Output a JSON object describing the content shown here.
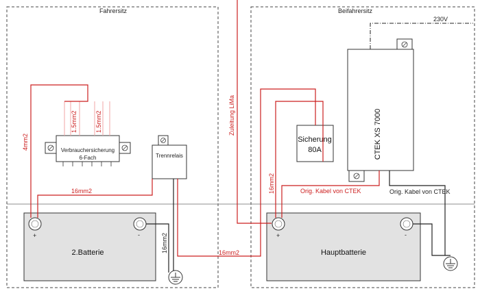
{
  "zones": {
    "driver": "Fahrersitz",
    "passenger": "Beifahrersitz"
  },
  "mains": "230V",
  "components": {
    "fuse_block_line1": "Verbrauchersicherung",
    "fuse_block_line2": "6-Fach",
    "relay": "Trennrelais",
    "fuse_line1": "Sicherung",
    "fuse_line2": "80A",
    "charger": "CTEK XS 7000",
    "battery2": "2.Batterie",
    "main_battery": "Hauptbatterie",
    "plus": "+",
    "minus": "-"
  },
  "wire_labels": {
    "w4mm2": "4mm2",
    "w1_5a": "1.5mm2",
    "w1_5b": "1.5mm2",
    "w16_top": "16mm2",
    "w16_relay": "16mm2",
    "w16_bottom": "16mm2",
    "w16_main": "16mm2",
    "lima": "Zuleitung LiMa",
    "orig_red": "Orig. Kabel von CTEK",
    "orig_black": "Orig. Kabel von CTEK"
  },
  "colors": {
    "positive": "#cc1e1e",
    "negative": "#222222",
    "battery_fill": "#e2e2e2",
    "faint_red": "#f2a6a6"
  }
}
